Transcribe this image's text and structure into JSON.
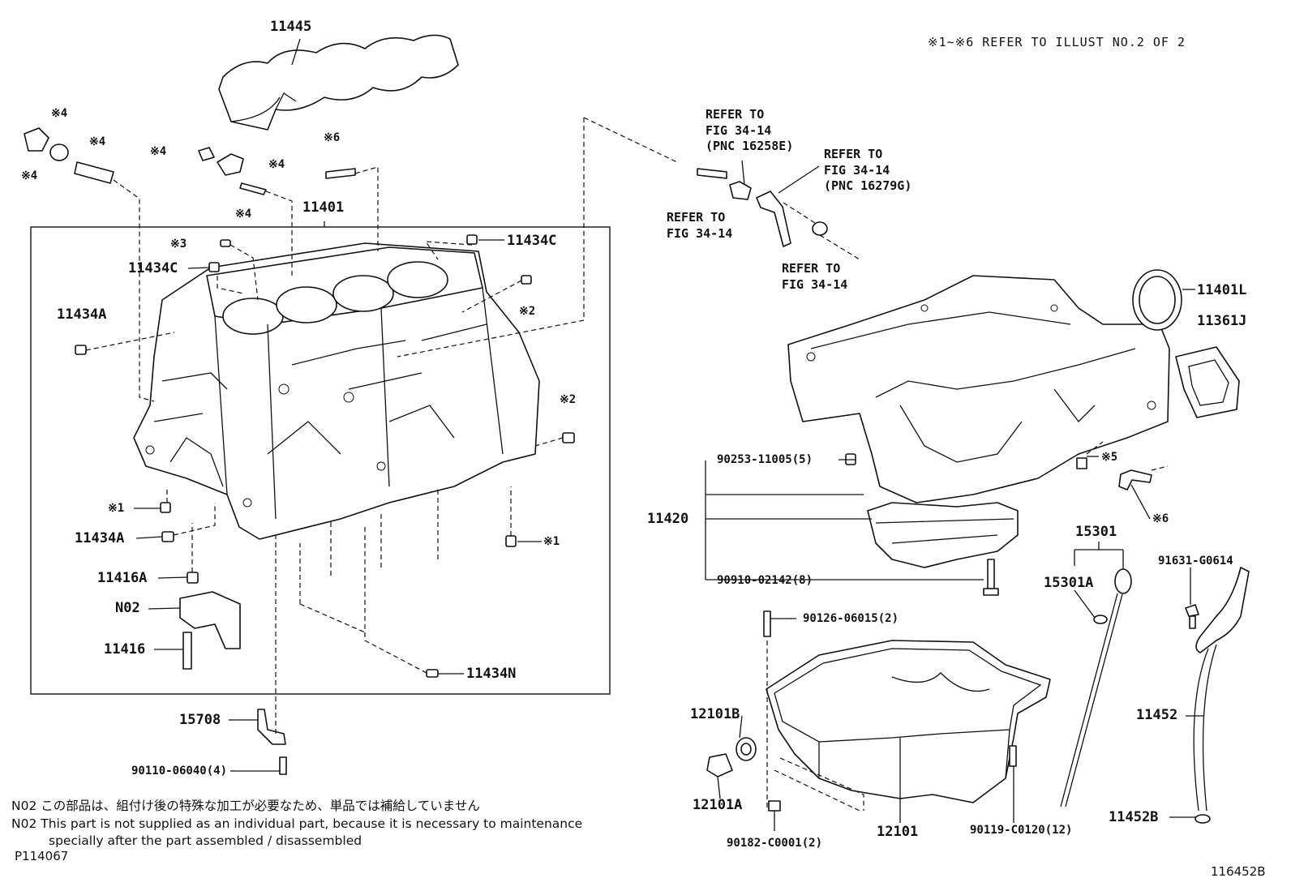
{
  "header_note": "※1~※6 REFER TO ILLUST NO.2 OF 2",
  "labels": {
    "p11445": "11445",
    "p11401": "11401",
    "p11434C_a": "11434C",
    "p11434C_b": "11434C",
    "p11434A_a": "11434A",
    "p11434A_b": "11434A",
    "p11416A": "11416A",
    "pN02": "N02",
    "p11416": "11416",
    "p11434N": "11434N",
    "p15708": "15708",
    "p90110": "90110-06040(4)",
    "p11401L": "11401L",
    "p11361J": "11361J",
    "p90253": "90253-11005(5)",
    "p11420": "11420",
    "p90910": "90910-02142(8)",
    "p15301": "15301",
    "p15301A": "15301A",
    "p91631": "91631-G0614",
    "p90126": "90126-06015(2)",
    "p12101B": "12101B",
    "p12101A": "12101A",
    "p12101": "12101",
    "p90182": "90182-C0001(2)",
    "p90119": "90119-C0120(12)",
    "p11452": "11452",
    "p11452B": "11452B"
  },
  "marks": {
    "m4a": "※4",
    "m4b": "※4",
    "m4c": "※4",
    "m4d": "※4",
    "m4e": "※4",
    "m4f": "※4",
    "m6a": "※6",
    "m3": "※3",
    "m2a": "※2",
    "m2b": "※2",
    "m1a": "※1",
    "m1b": "※1",
    "m5": "※5",
    "m6b": "※6"
  },
  "refs": {
    "r1": [
      "REFER TO",
      "FIG 34-14",
      "(PNC 16258E)"
    ],
    "r2": [
      "REFER TO",
      "FIG 34-14",
      "(PNC 16279G)"
    ],
    "r3": [
      "REFER TO",
      "FIG 34-14"
    ],
    "r4": [
      "REFER TO",
      "FIG 34-14"
    ]
  },
  "notes": {
    "jp": "N02 この部品は、組付け後の特殊な加工が必要なため、単品では補給していません",
    "en1": "N02 This part is not supplied as an individual part, because it is necessary to maintenance",
    "en2": "specially after the part assembled / disassembled"
  },
  "footer": {
    "left_code": "P114067",
    "right_code": "116452B"
  }
}
